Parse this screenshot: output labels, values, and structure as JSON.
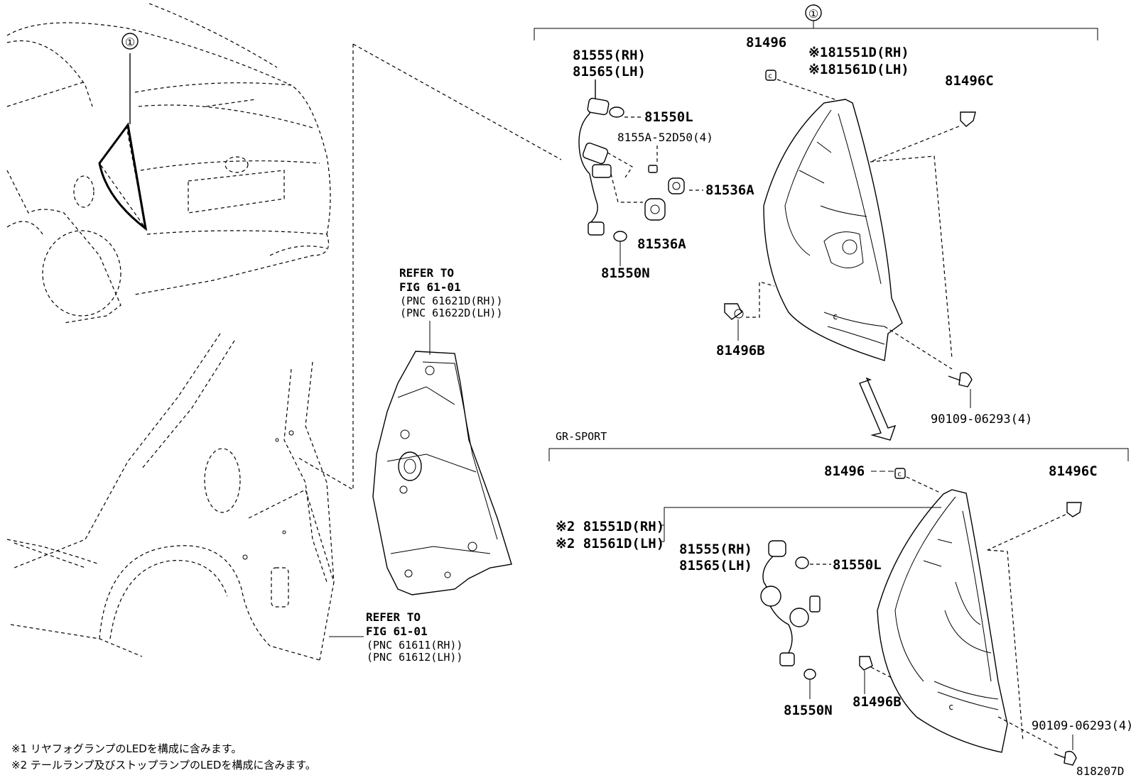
{
  "diagram_id": "818207D",
  "callout_marker": "①",
  "section_gr_sport": "GR-SPORT",
  "top_group": {
    "socket_rh": "81555(RH)",
    "socket_lh": "81565(LH)",
    "bulb_l": "81550L",
    "screw": "8155A-52D50(4)",
    "grommet_a": "81536A",
    "grommet_b": "81536A",
    "bulb_n": "81550N",
    "clip": "81496",
    "lamp_rh": "※181551D(RH)",
    "lamp_lh": "※181561D(LH)",
    "clip_c": "81496C",
    "clip_b": "81496B",
    "bolt": "90109-06293(4)"
  },
  "gr_group": {
    "clip": "81496",
    "clip_c": "81496C",
    "lamp_rh": "※2 81551D(RH)",
    "lamp_lh": "※2 81561D(LH)",
    "socket_rh": "81555(RH)",
    "socket_lh": "81565(LH)",
    "bulb_l": "81550L",
    "bulb_n": "81550N",
    "clip_b": "81496B",
    "bolt": "90109-06293(4)"
  },
  "refer_1": {
    "line1": "REFER TO",
    "line2": "FIG 61-01",
    "line3": "(PNC 61621D(RH))",
    "line4": "(PNC 61622D(LH))"
  },
  "refer_2": {
    "line1": "REFER TO",
    "line2": "FIG 61-01",
    "line3": "(PNC 61611(RH))",
    "line4": "(PNC 61612(LH))"
  },
  "notes": [
    "※1 リヤフォグランプのLEDを構成に含みます。",
    "※2 テールランプ及びストップランプのLEDを構成に含みます。"
  ]
}
